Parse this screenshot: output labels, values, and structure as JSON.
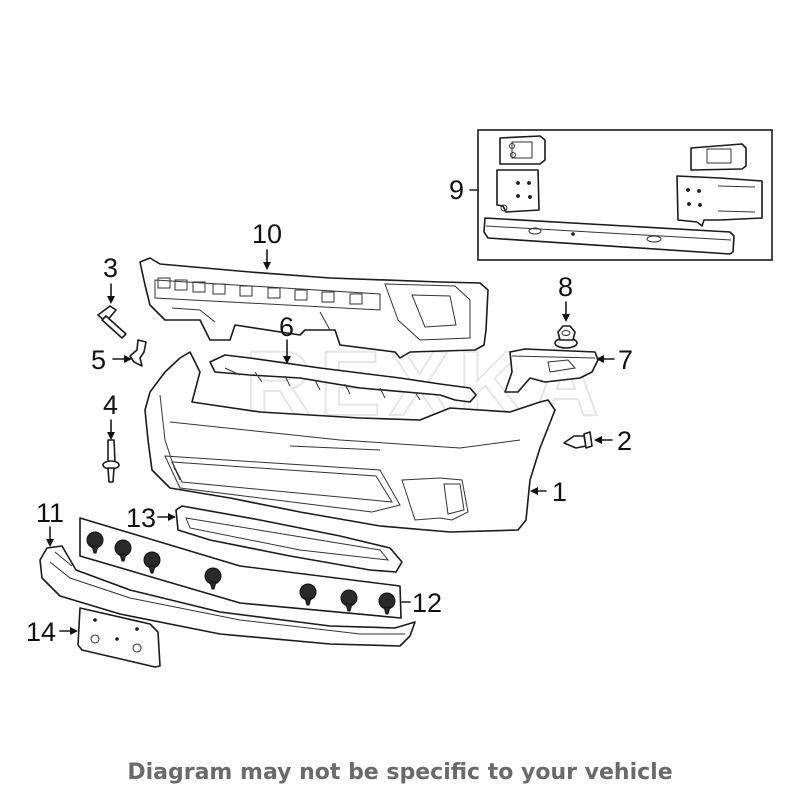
{
  "diagram": {
    "title": "Front Bumper Assembly Parts Diagram",
    "watermark": "REXKA",
    "caption": "Diagram may not be specific to your vehicle",
    "callouts": [
      {
        "id": "1",
        "part": "bumper-cover"
      },
      {
        "id": "2",
        "part": "push-pin-retainer"
      },
      {
        "id": "3",
        "part": "bolt"
      },
      {
        "id": "4",
        "part": "push-rivet"
      },
      {
        "id": "5",
        "part": "clip"
      },
      {
        "id": "6",
        "part": "upper-support-bracket"
      },
      {
        "id": "7",
        "part": "side-bracket"
      },
      {
        "id": "8",
        "part": "flange-nut"
      },
      {
        "id": "9",
        "part": "reinforcement-bar-kit"
      },
      {
        "id": "10",
        "part": "energy-absorber"
      },
      {
        "id": "11",
        "part": "lower-valance"
      },
      {
        "id": "12",
        "part": "retainer-clip-set"
      },
      {
        "id": "13",
        "part": "grille-insert"
      },
      {
        "id": "14",
        "part": "license-plate-bracket"
      }
    ]
  }
}
